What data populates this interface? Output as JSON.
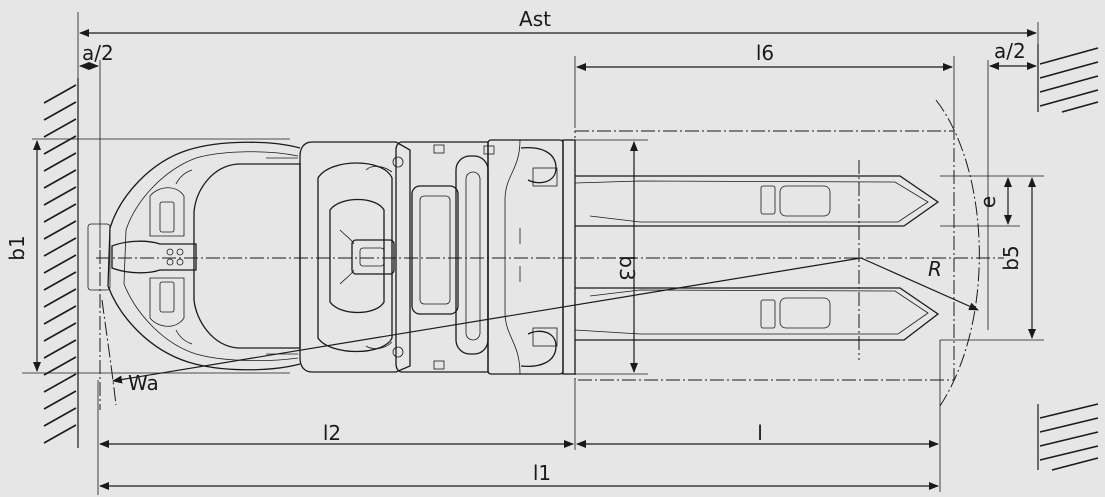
{
  "labels": {
    "ast": "Ast",
    "a_half_left": "a/2",
    "a_half_right": "a/2",
    "l6": "l6",
    "b1": "b1",
    "b3": "b3",
    "b5": "b5",
    "e": "e",
    "r": "R",
    "wa": "Wa",
    "l2": "l2",
    "l": "l",
    "l1": "l1"
  },
  "colors": {
    "background": "#e6e6e6",
    "line": "#1a1a1a"
  }
}
